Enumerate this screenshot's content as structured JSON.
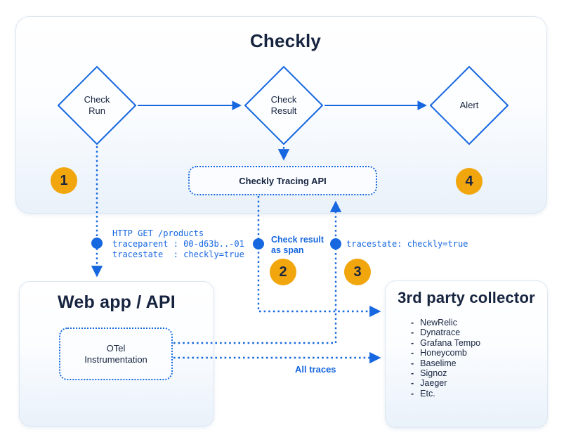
{
  "panels": {
    "checkly": {
      "title": "Checkly"
    },
    "webapp": {
      "title": "Web app / API"
    },
    "collector": {
      "title": "3rd party collector",
      "items": [
        "NewRelic",
        "Dynatrace",
        "Grafana Tempo",
        "Honeycomb",
        "Baselime",
        "Signoz",
        "Jaeger",
        "Etc."
      ]
    }
  },
  "nodes": {
    "check_run": "Check\nRun",
    "check_result": "Check\nResult",
    "alert": "Alert",
    "tracing_api": "Checkly Tracing API",
    "otel": "OTel\nInstrumentation"
  },
  "steps": {
    "one": "1",
    "two": "2",
    "three": "3",
    "four": "4"
  },
  "labels": {
    "http_request": "HTTP GET /products\ntraceparent : 00-d63b..-01\ntracestate  : checkly=true",
    "check_result_span": "Check result\nas span",
    "tracestate": "tracestate: checkly=true",
    "all_traces": "All traces"
  },
  "colors": {
    "accent_blue": "#1667e0",
    "badge_orange": "#f2a60d",
    "ink_navy": "#16243f",
    "panel_border": "#dde6f2",
    "panel_tint": "#e9f1fa"
  }
}
